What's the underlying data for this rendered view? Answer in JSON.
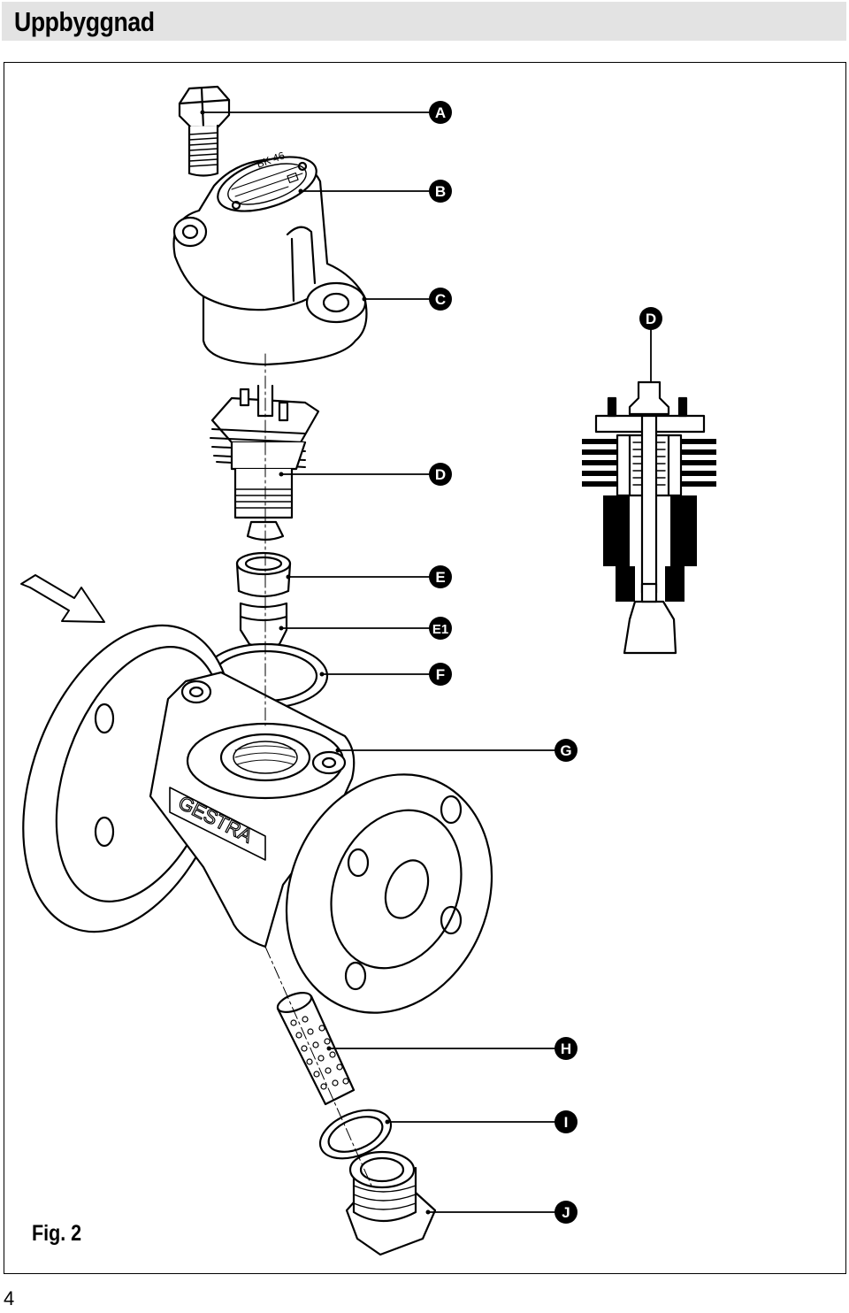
{
  "page": {
    "title": "Uppbyggnad",
    "figure_caption": "Fig. 2",
    "page_number": "4"
  },
  "drawing": {
    "nameplate_text": "BK 46",
    "body_brand": "GESTRA",
    "callouts": {
      "A": "A",
      "B": "B",
      "C": "C",
      "D_detail": "D",
      "D": "D",
      "E": "E",
      "E1": "E1",
      "F": "F",
      "G": "G",
      "H": "H",
      "I": "I",
      "J": "J"
    }
  }
}
